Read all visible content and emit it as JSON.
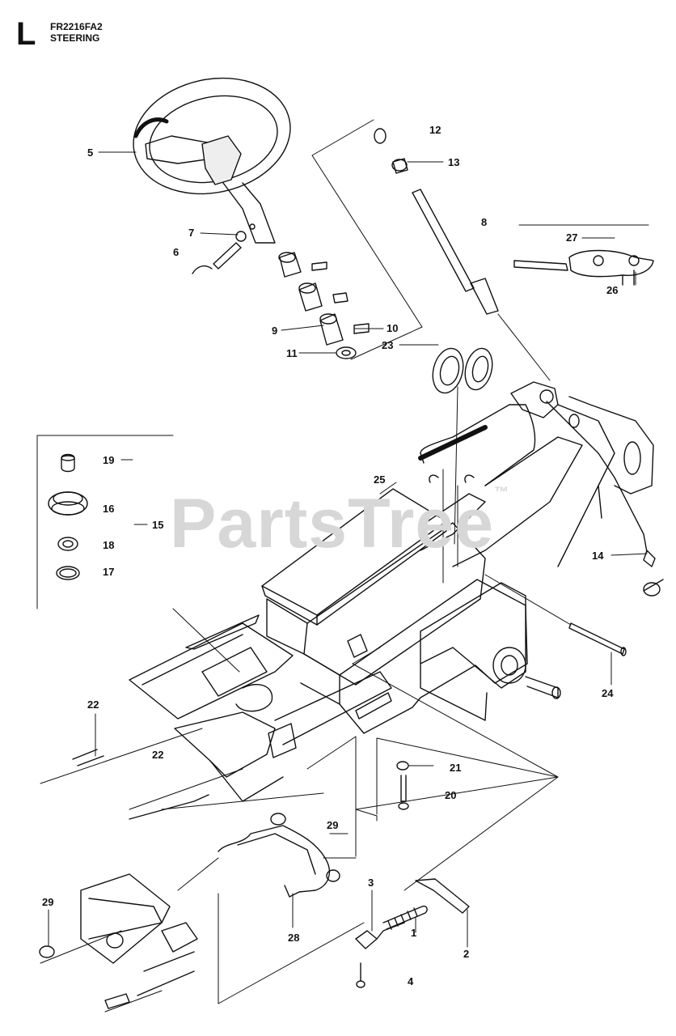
{
  "header": {
    "letter": "L",
    "model": "FR2216FA2",
    "title": "STEERING"
  },
  "watermark": {
    "text": "PartsTree",
    "tm": "™",
    "color": "#d7d7d7"
  },
  "callouts": {
    "c1": "1",
    "c2": "2",
    "c3": "3",
    "c4": "4",
    "c5": "5",
    "c6": "6",
    "c7": "7",
    "c8": "8",
    "c9": "9",
    "c10": "10",
    "c11": "11",
    "c12": "12",
    "c13": "13",
    "c14": "14",
    "c15": "15",
    "c16": "16",
    "c17": "17",
    "c18": "18",
    "c19": "19",
    "c20": "20",
    "c21": "21",
    "c22a": "22",
    "c22b": "22",
    "c23": "23",
    "c24": "24",
    "c25": "25",
    "c26": "26",
    "c27": "27",
    "c28": "28",
    "c29a": "29",
    "c29b": "29"
  }
}
